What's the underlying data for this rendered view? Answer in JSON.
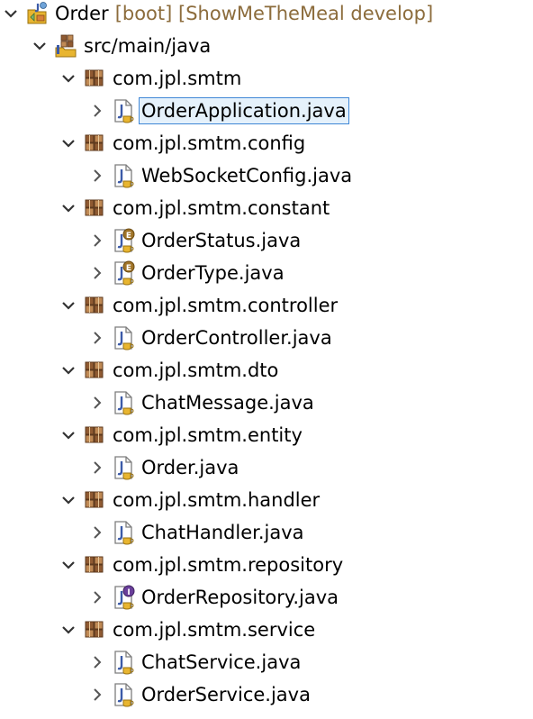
{
  "project": {
    "name": "Order",
    "decoration": "[boot] [ShowMeTheMeal develop]"
  },
  "source_folder": {
    "label": "src/main/java"
  },
  "packages": [
    {
      "name": "com.jpl.smtm",
      "files": [
        {
          "label": "OrderApplication.java",
          "kind": "class",
          "selected": true
        }
      ]
    },
    {
      "name": "com.jpl.smtm.config",
      "files": [
        {
          "label": "WebSocketConfig.java",
          "kind": "class"
        }
      ]
    },
    {
      "name": "com.jpl.smtm.constant",
      "files": [
        {
          "label": "OrderStatus.java",
          "kind": "enum"
        },
        {
          "label": "OrderType.java",
          "kind": "enum"
        }
      ]
    },
    {
      "name": "com.jpl.smtm.controller",
      "files": [
        {
          "label": "OrderController.java",
          "kind": "class"
        }
      ]
    },
    {
      "name": "com.jpl.smtm.dto",
      "files": [
        {
          "label": "ChatMessage.java",
          "kind": "class"
        }
      ]
    },
    {
      "name": "com.jpl.smtm.entity",
      "files": [
        {
          "label": "Order.java",
          "kind": "class"
        }
      ]
    },
    {
      "name": "com.jpl.smtm.handler",
      "files": [
        {
          "label": "ChatHandler.java",
          "kind": "class"
        }
      ]
    },
    {
      "name": "com.jpl.smtm.repository",
      "files": [
        {
          "label": "OrderRepository.java",
          "kind": "interface"
        }
      ]
    },
    {
      "name": "com.jpl.smtm.service",
      "files": [
        {
          "label": "ChatService.java",
          "kind": "class"
        },
        {
          "label": "OrderService.java",
          "kind": "class"
        }
      ]
    }
  ],
  "icons": {
    "project": "java-project-icon",
    "source_folder": "source-folder-icon",
    "package": "package-icon",
    "class": "java-class-file-icon",
    "enum": "java-enum-file-icon",
    "interface": "java-interface-file-icon"
  },
  "colors": {
    "decoration": "#8c6c3c",
    "selection_bg": "#e5f1fb",
    "selection_border": "#3f87d6",
    "package_brown": "#8f5a32",
    "java_blue": "#3b5aa8",
    "cup_yellow": "#e8b530"
  }
}
